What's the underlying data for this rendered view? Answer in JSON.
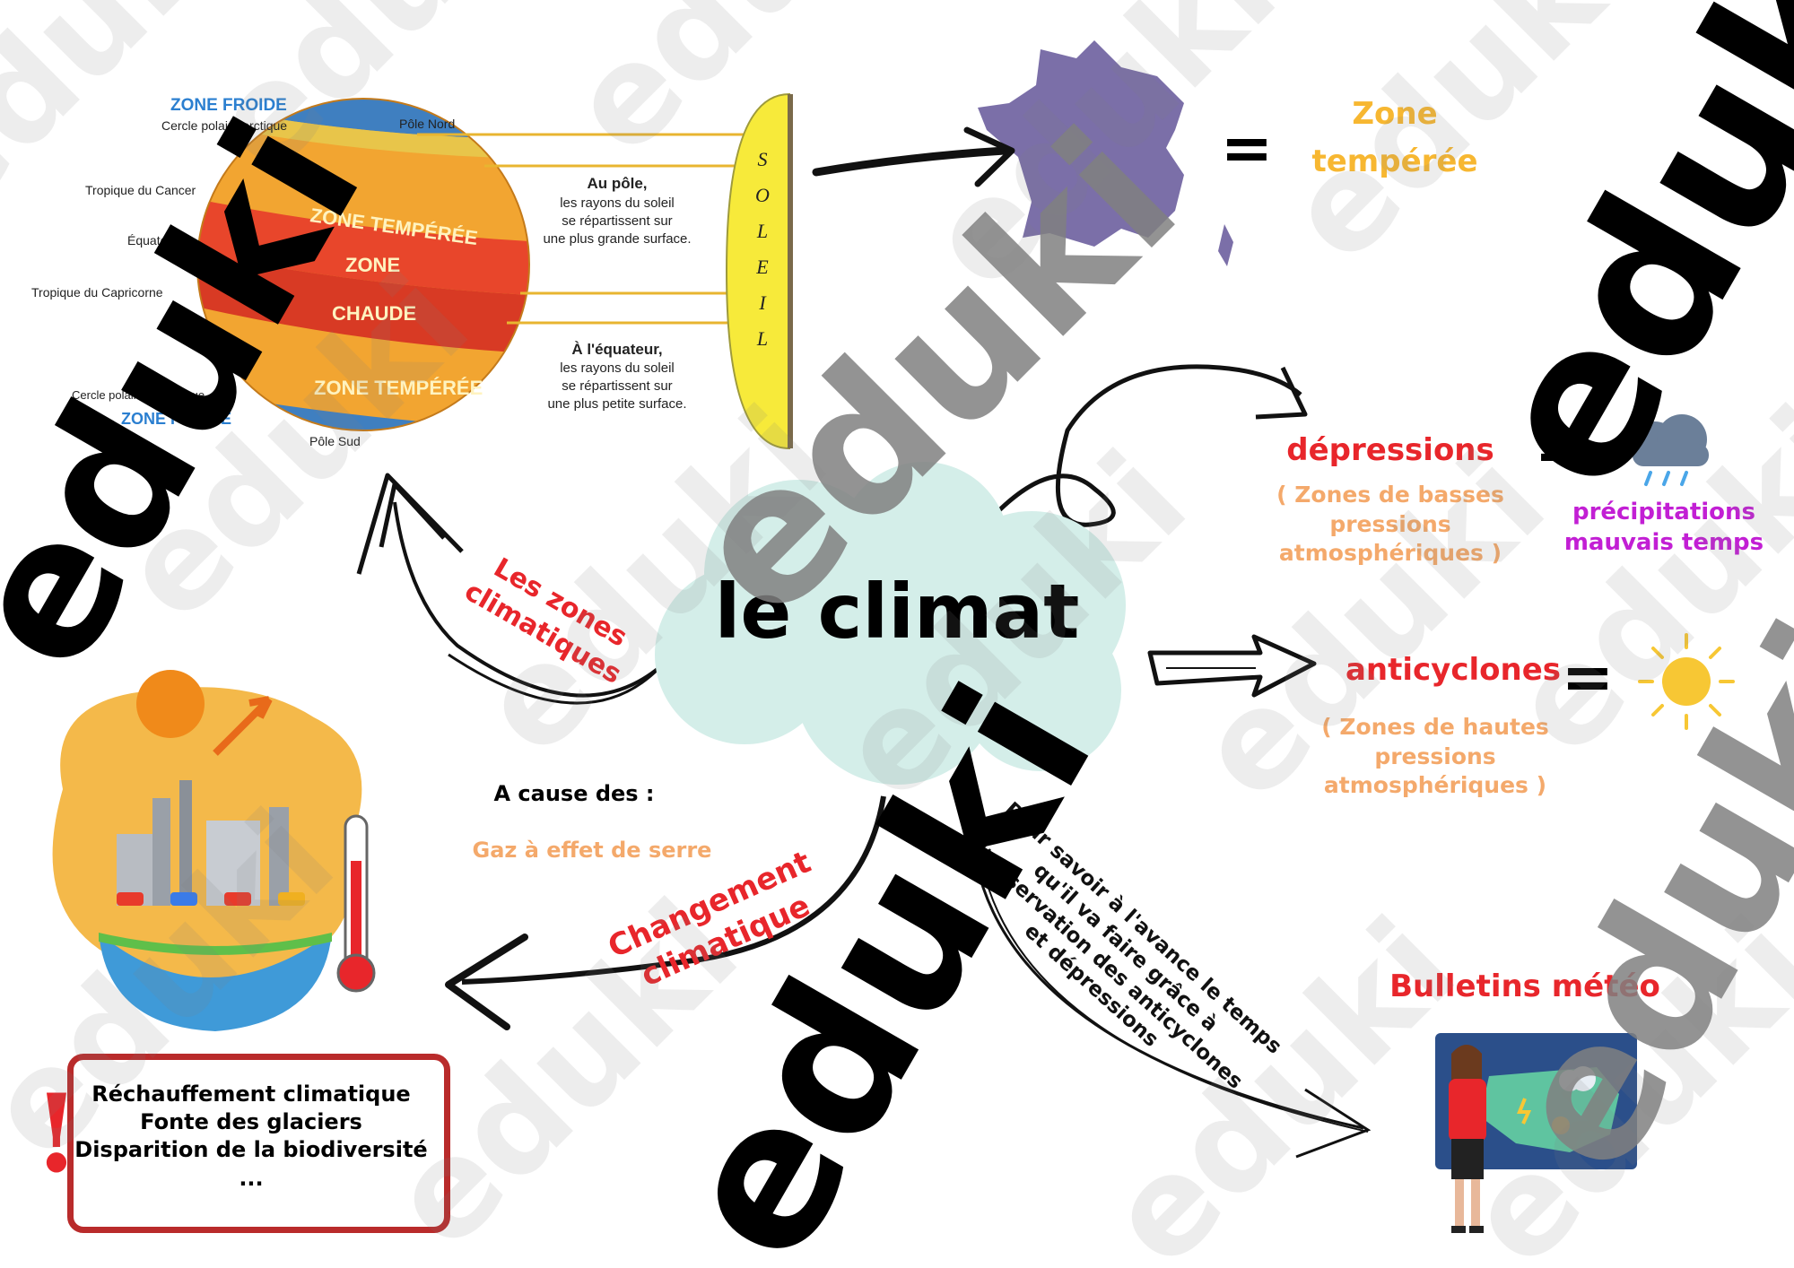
{
  "center": {
    "title": "le climat"
  },
  "zones_diagram": {
    "zone_froide": "ZONE FROIDE",
    "cercle_polaire_arctique": "Cercle polaire arctique",
    "pole_nord": "Pôle Nord",
    "tropique_cancer": "Tropique du Cancer",
    "equateur": "Équateur",
    "tropique_capricorne": "Tropique du Capricorne",
    "cercle_polaire_antarctique": "Cercle polaire antarctique",
    "zone_froide_sud": "ZONE FROIDE",
    "pole_sud": "Pôle Sud",
    "zone_temperee": "ZONE TEMPÉRÉE",
    "zone_chaude_1": "ZONE",
    "zone_chaude_2": "CHAUDE",
    "zone_temperee_sud": "ZONE TEMPÉRÉE",
    "au_pole": [
      "Au pôle,",
      "les rayons du soleil",
      "se répartissent sur",
      "une plus grande surface."
    ],
    "a_equateur": [
      "À l'équateur,",
      "les rayons du soleil",
      "se répartissent sur",
      "une plus petite surface."
    ],
    "soleil_letters": [
      "S",
      "O",
      "L",
      "E",
      "I",
      "L"
    ]
  },
  "france": {
    "equals": "=",
    "label_line1": "Zone",
    "label_line2": "tempérée"
  },
  "zones_branch": {
    "line1": "Les zones",
    "line2": "climatiques"
  },
  "depressions": {
    "title": "dépressions",
    "desc": [
      "( Zones de basses",
      "pressions",
      "atmosphériques )"
    ],
    "equals": "=",
    "result_line1": "précipitations",
    "result_line2": "mauvais temps"
  },
  "anticyclones": {
    "title": "anticyclones",
    "desc": [
      "( Zones de hautes",
      "pressions",
      "atmosphériques )"
    ],
    "equals": "="
  },
  "change": {
    "cause_label": "A cause des :",
    "cause_value": "Gaz à effet de serre",
    "branch_line1": "Changement",
    "branch_line2": "climatique"
  },
  "consequences": {
    "exclamation": "!",
    "items": [
      "Réchauffement climatique",
      "Fonte des glaciers",
      "Disparition de la biodiversité",
      "..."
    ]
  },
  "forecast": {
    "text": [
      "Pour savoir à l'avance le temps",
      "qu'il va faire grâce à",
      "l'observation des anticyclones",
      "et dépressions"
    ],
    "bulletins": "Bulletins météo"
  },
  "watermark": {
    "word": "eduki"
  },
  "colors": {
    "red": "#e8262b",
    "orange": "#f4a96b",
    "yellow": "#f7b731",
    "purple": "#c21fd4",
    "france": "#7b6fa8",
    "cloud": "#d4eee9",
    "watermark": "#808080"
  }
}
